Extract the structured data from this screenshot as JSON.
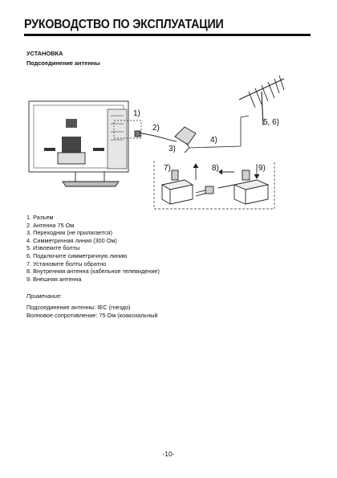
{
  "header": {
    "title": "РУКОВОДСТВО ПО ЭКСПЛУАТАЦИИ"
  },
  "section": {
    "heading": "УСТАНОВКА",
    "subheading": "Подсоединение антенны"
  },
  "diagram": {
    "callouts": [
      "1)",
      "2)",
      "3)",
      "4)",
      "5, 6)",
      "7)",
      "8)",
      "9)"
    ]
  },
  "legend": {
    "items": [
      "1. Разъем",
      "2. Антенна 75 Ом",
      "3. Переходник (не прилагается)",
      "4. Симметричная линия (300 Ом)",
      "5. Извлеките болты",
      "6. Подключите симметричную линию",
      "7. Установите болты обратно",
      "8. Внутренняя антенна (кабельное телевидение)",
      "9. Внешняя антенна"
    ]
  },
  "note": {
    "label": "Примечание:",
    "line1": "Подсоединение антенны: IEC (гнездо)",
    "line2": "Волновое сопротивление: 75 Ом (коаксиальный"
  },
  "footer": {
    "page_number": "-10-"
  }
}
